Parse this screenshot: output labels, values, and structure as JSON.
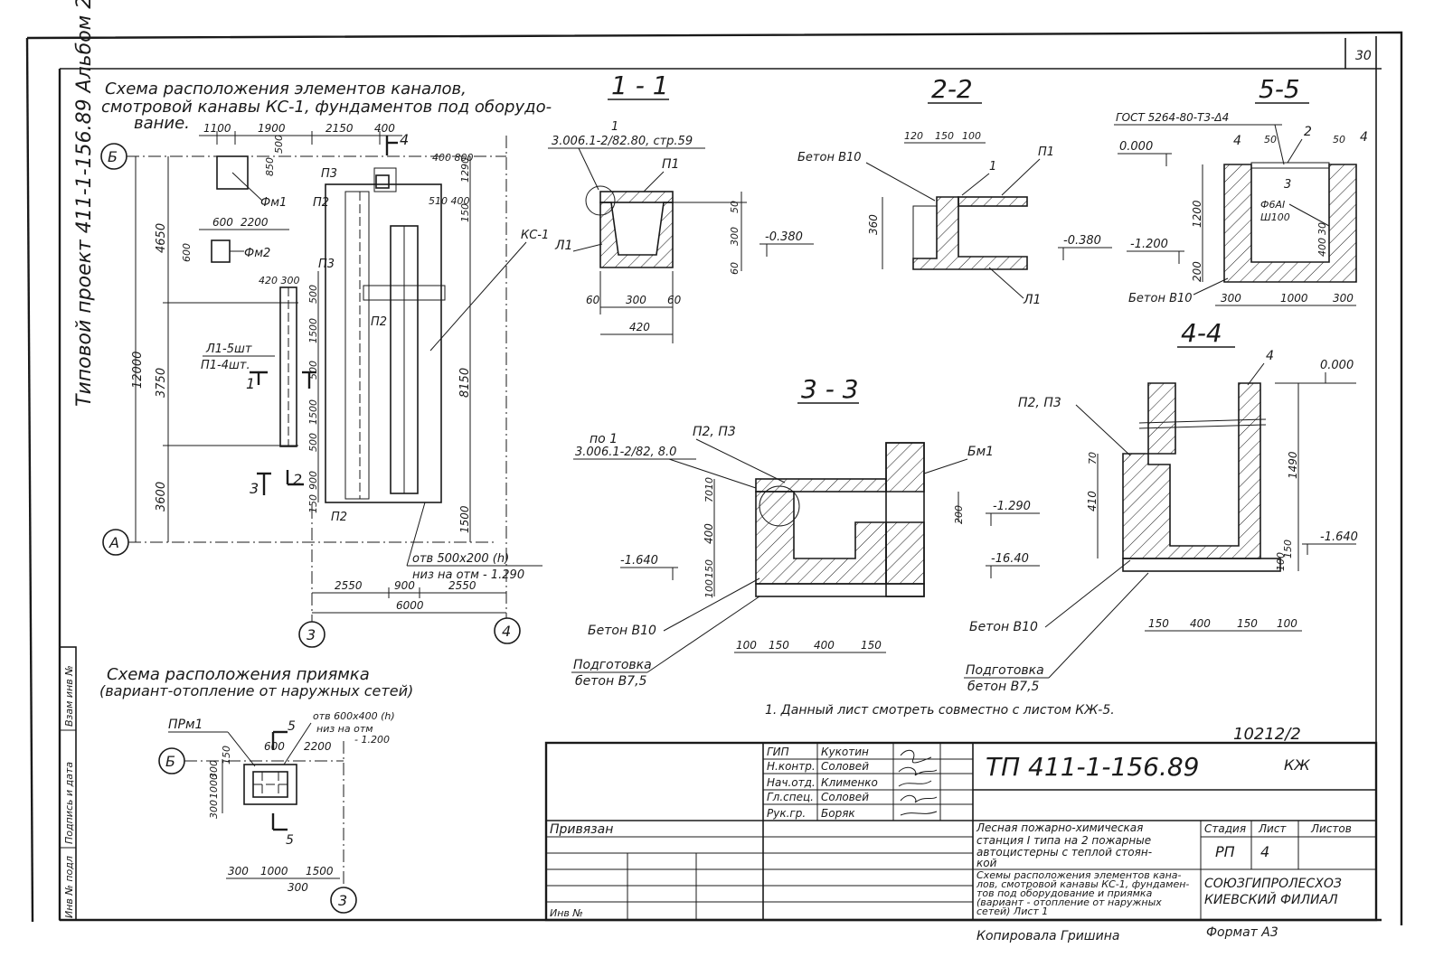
{
  "sheet_number": "30",
  "side_project": "Типовой проект 411-1-156.89 Альбом 2",
  "plan": {
    "title_1": "Схема расположения элементов каналов,",
    "title_2": "смотровой канавы КС-1, фундаментов под оборудо-",
    "title_3": "вание.",
    "axis_b": "Б",
    "axis_a": "А",
    "axis_3": "3",
    "axis_4": "4",
    "dim_top_1100": "1100",
    "dim_top_1900": "1900",
    "dim_top_2150": "2150",
    "dim_top_400": "400",
    "dim_850": "850",
    "dim_500": "500",
    "dim_400_800": "400 800",
    "dim_1290": "1290",
    "dim_510_400": "510 400",
    "dim_150": "150",
    "dim_600": "600",
    "dim_2200": "2200",
    "dim_4650": "4650",
    "dim_12000": "12000",
    "dim_3750": "3750",
    "dim_3600": "3600",
    "dim_8150": "8150",
    "dim_1500": "1500",
    "dim_420_300": "420 300",
    "dim_v500a": "500",
    "dim_v1500a": "1500",
    "dim_v500b": "500",
    "dim_v1500b": "1500",
    "dim_v500c": "500",
    "dim_v1500c": "1500",
    "dim_v900": "900",
    "dim_v150": "150",
    "dim_2550a": "2550",
    "dim_900": "900",
    "dim_2550b": "2550",
    "dim_6000": "6000",
    "fm1": "Фм1",
    "fm2": "Фм2",
    "l1": "Л1-5шт",
    "p1": "П1-4шт.",
    "p2a": "П2",
    "p2b": "П2",
    "p2c": "П2",
    "p3a": "П3",
    "p3b": "П3",
    "ks1": "КС-1",
    "cut_1": "1",
    "cut_2": "2",
    "cut_3": "3",
    "cut_4": "4",
    "hole_1": "отв 500х200 (h)",
    "hole_2": "низ на отм - 1.290"
  },
  "sec11": {
    "title": "1 - 1",
    "ref_num": "1",
    "ref": "3.006.1-2/82.80, стр.59",
    "p1": "П1",
    "l1": "Л1",
    "d60a": "60",
    "d300": "300",
    "d60b": "60",
    "d420": "420",
    "dv50": "50",
    "dv300": "300",
    "dv60": "60",
    "mark": "-0.380"
  },
  "sec22": {
    "title": "2-2",
    "d120": "120",
    "d150": "150",
    "d100": "100",
    "beton": "Бетон В10",
    "n1": "1",
    "p1": "П1",
    "d360": "360",
    "mark": "-0.380",
    "l1": "Л1"
  },
  "sec55": {
    "title": "5-5",
    "gost": "ГОСТ 5264-80-Т3-Δ4",
    "n2": "2",
    "n4a": "4",
    "n4b": "4",
    "d50a": "50",
    "d50b": "50",
    "mark0": "0.000",
    "n3": "3",
    "rebar": "Ф6АI",
    "step": "Ш100",
    "d30": "30",
    "d1200": "1200",
    "d400": "400",
    "d200": "200",
    "mark1": "-1.200",
    "beton": "Бетон В10",
    "d300a": "300",
    "d1000": "1000",
    "d300b": "300"
  },
  "sec33": {
    "title": "3 - 3",
    "ref_num": "по 1",
    "ref": "3.006.1-2/82, 8.0",
    "p23": "П2, П3",
    "bm1": "Бм1",
    "d10": "10",
    "d70": "70",
    "d400": "400",
    "d150": "150",
    "d100": "100",
    "d200": "200",
    "mark1290": "-1.290",
    "mark1640": "-1.640",
    "mark1640b": "-16.40",
    "beton": "Бетон В10",
    "prep": "Подготовка",
    "prep2": "бетон В7,5",
    "h100": "100",
    "h150a": "150",
    "h400": "400",
    "h150b": "150"
  },
  "sec44": {
    "title": "4-4",
    "n4": "4",
    "mark0": "0.000",
    "p23": "П2, П3",
    "d70": "70",
    "d410": "410",
    "d1490": "1490",
    "d150": "150",
    "d100": "100",
    "mark": "-1.640",
    "beton": "Бетон В10",
    "prep": "Подготовка",
    "prep2": "бетон В7,5",
    "h150a": "150",
    "h400": "400",
    "h150b": "150",
    "h100": "100"
  },
  "pit": {
    "title_1": "Схема расположения приямка",
    "title_2": "(вариант-отопление от наружных сетей)",
    "label": "ПРм1",
    "cut": "5",
    "hole_1": "отв 600х400 (h)",
    "hole_2": "низ на отм",
    "hole_3": "- 1.200",
    "d600": "600",
    "d2200": "2200",
    "d300a": "300",
    "d1000": "1000",
    "d300b": "300",
    "d150": "150",
    "axis_b": "Б",
    "axis_3": "3",
    "h300": "300",
    "h1000": "1000",
    "h1500": "1500",
    "h300b": "300"
  },
  "note": "1. Данный лист смотреть совместно с листом КЖ-5.",
  "inventory": "10212/2",
  "side_stamp": [
    "Инв № подл",
    "Подпись и дата",
    "Взам инв №"
  ],
  "title_block": {
    "code": "ТП 411-1-156.89",
    "mark": "КЖ",
    "roles": [
      "ГИП",
      "Н.контр.",
      "Нач.отд.",
      "Гл.спец.",
      "Рук.гр."
    ],
    "names": [
      "Кукотин",
      "Соловей",
      "Клименко",
      "Соловей",
      "Боряк"
    ],
    "privyazan": "Привязан",
    "inv": "Инв №",
    "object_1": "Лесная пожарно-химическая",
    "object_2": "станция I типа на 2 пожарные",
    "object_3": "автоцистерны с теплой стоян-",
    "object_4": "кой",
    "sheet_1": "Схемы расположения элементов кана-",
    "sheet_2": "лов, смотровой канавы КС-1, фундамен-",
    "sheet_3": "тов под оборудование и приямка",
    "sheet_4": "(вариант - отопление от наружных",
    "sheet_5": "сетей) Лист 1",
    "stage_h": "Стадия",
    "sheet_h": "Лист",
    "sheets_h": "Листов",
    "stage": "РП",
    "sheet": "4",
    "org_1": "СОЮЗГИПРОЛЕСХОЗ",
    "org_2": "КИЕВСКИЙ ФИЛИАЛ"
  },
  "copied": "Копировала Гришина",
  "format": "Формат А3"
}
